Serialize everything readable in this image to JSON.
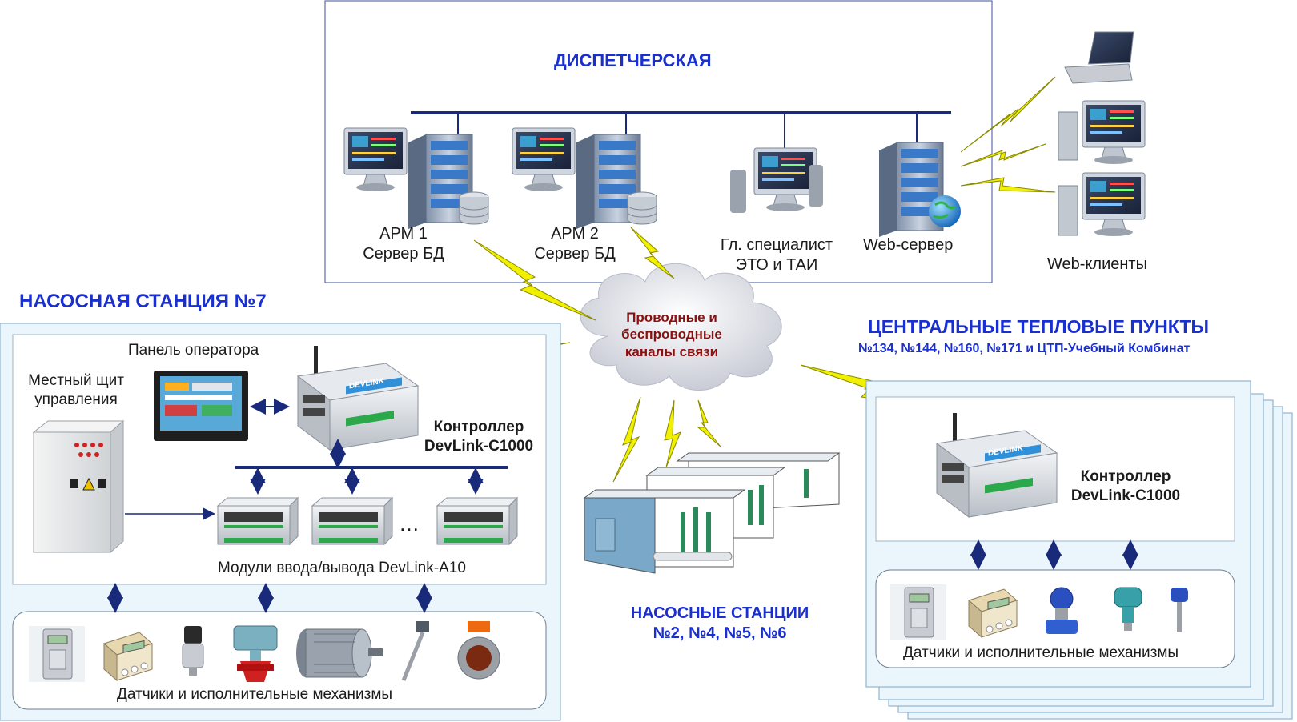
{
  "colors": {
    "title_blue": "#1a2fd0",
    "cloud_text": "#8a1010",
    "bus_line": "#1a2a7a",
    "lightning": "#e8e800",
    "frame_border": "#7fa6c9",
    "panel_bg": "#eaf6fb"
  },
  "dispatch": {
    "title": "ДИСПЕТЧЕРСКАЯ",
    "arm1_line1": "АРМ 1",
    "arm1_line2": "Сервер БД",
    "arm2_line1": "АРМ 2",
    "arm2_line2": "Сервер БД",
    "specialist_line1": "Гл. специалист",
    "specialist_line2": "ЭТО и ТАИ",
    "web_server": "Web-сервер"
  },
  "web_clients": "Web-клиенты",
  "cloud": {
    "line1": "Проводные и",
    "line2": "беспроводные",
    "line3": "каналы связи"
  },
  "station7": {
    "title": "НАСОСНАЯ СТАНЦИЯ №7",
    "operator_panel": "Панель оператора",
    "local_panel_line1": "Местный щит",
    "local_panel_line2": "управления",
    "controller_line1": "Контроллер",
    "controller_line2": "DevLink-C1000",
    "ellipsis": "…",
    "io_modules": "Модули ввода/вывода DevLink-A10",
    "sensors": "Датчики и исполнительные механизмы"
  },
  "pump_stations": {
    "line1": "НАСОСНЫЕ СТАНЦИИ",
    "line2": "№2, №4, №5, №6"
  },
  "ctp": {
    "title": "ЦЕНТРАЛЬНЫЕ ТЕПЛОВЫЕ ПУНКТЫ",
    "subtitle": "№134, №144, №160, №171 и ЦТП-Учебный Комбинат",
    "controller_line1": "Контроллер",
    "controller_line2": "DevLink-C1000",
    "sensors": "Датчики и исполнительные механизмы"
  },
  "devlink_logo": "DEVLINK"
}
